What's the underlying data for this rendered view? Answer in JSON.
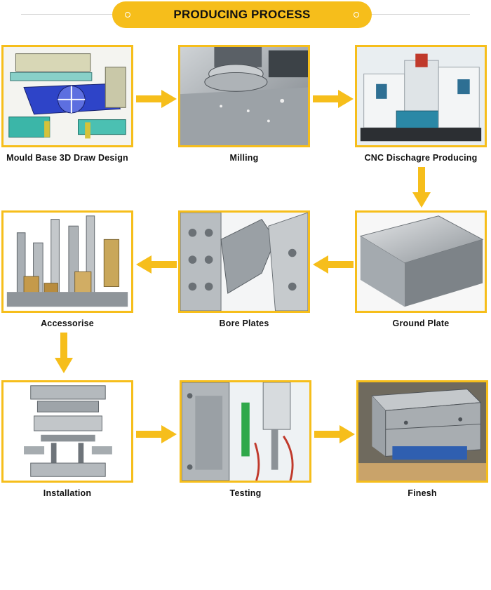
{
  "header": {
    "title": "PRODUCING PROCESS"
  },
  "steps": [
    {
      "label": "Mould Base 3D Draw Design"
    },
    {
      "label": "Milling"
    },
    {
      "label": "CNC Dischagre Producing"
    },
    {
      "label": "Ground Plate"
    },
    {
      "label": "Bore Plates"
    },
    {
      "label": "Accessorise"
    },
    {
      "label": "Installation"
    },
    {
      "label": "Testing"
    },
    {
      "label": "Finesh"
    }
  ],
  "colors": {
    "accent": "#f6be1b"
  }
}
